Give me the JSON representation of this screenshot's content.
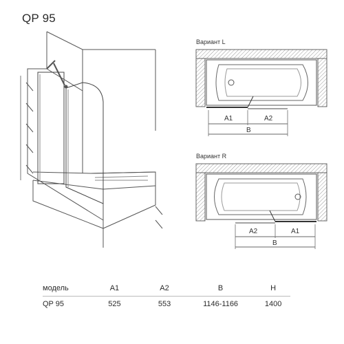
{
  "title": "QP 95",
  "variants": {
    "left": {
      "label": "Вариант L",
      "a1": "A1",
      "a2": "A2",
      "b": "B"
    },
    "right": {
      "label": "Вариант R",
      "a1": "A1",
      "a2": "A2",
      "b": "B"
    }
  },
  "table": {
    "headers": [
      "модель",
      "A1",
      "A2",
      "B",
      "H"
    ],
    "rows": [
      [
        "QP 95",
        "525",
        "553",
        "1146-1166",
        "1400"
      ]
    ]
  }
}
